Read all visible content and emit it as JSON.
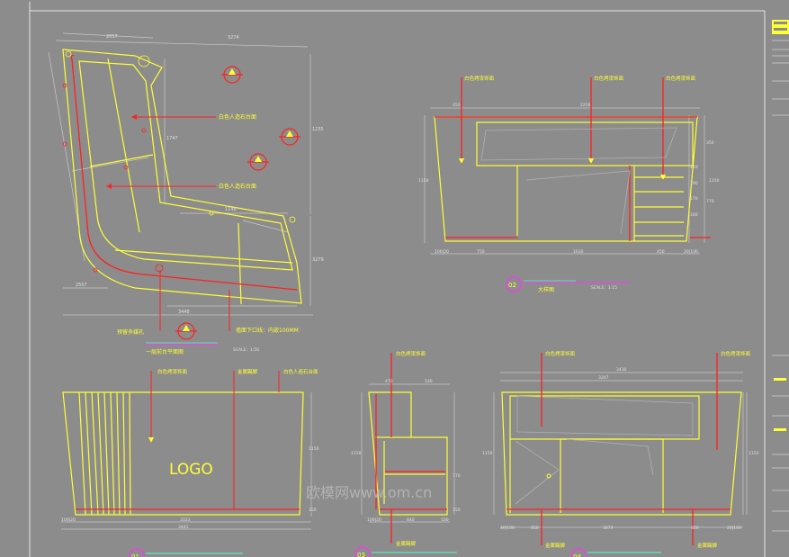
{
  "plan": {
    "dims": {
      "top_a": "2057",
      "top_b": "3274",
      "bottom": "3448",
      "right_v": "1235",
      "mid_h": "1148",
      "inner_v": "1747",
      "left_v": "2507",
      "right_v2": "3279"
    },
    "labels": {
      "finish_top": "白色人造石台面",
      "finish_mid": "白色人造石台面",
      "note_left": "预留多媒孔",
      "note_right": "墙面下口线：内嵌100MM"
    },
    "title": "一层前台平面图",
    "scale": "SCALE：1:50"
  },
  "view02": {
    "callouts": [
      "白色烤漆饰面",
      "白色烤漆饰面",
      "白色烤漆饰面"
    ],
    "dims_top": [
      "450",
      "2256"
    ],
    "dims_bottom": [
      "100|20",
      "750",
      "1630",
      "450",
      "20|100"
    ],
    "dims_left": "1150",
    "dims_right": [
      "350",
      "770",
      "1150"
    ],
    "dims_right_inner": [
      "140",
      "190",
      "170",
      "160"
    ],
    "num": "02",
    "title": "大样图",
    "scale": "SCALE：1:15"
  },
  "view01": {
    "callouts": [
      "白色烤漆饰面",
      "金属踢脚",
      "白色人造石台面"
    ],
    "logo": "LOGO",
    "dims_bottom": [
      "100|20",
      "3323",
      "3441"
    ],
    "dims_right": [
      "1150",
      "150"
    ],
    "num": "01"
  },
  "view03": {
    "callout_top": "白色烤漆饰面",
    "callout_bottom": "金属踢脚",
    "dims_top": [
      "470",
      "530"
    ],
    "dims_bottom": [
      "100|20",
      "640",
      "100"
    ],
    "dims_left": "1150",
    "dims_right": [
      "770",
      "150"
    ],
    "num": "03"
  },
  "view04": {
    "callouts": [
      "白色烤漆饰面",
      "白色烤漆饰面"
    ],
    "callouts_bottom": [
      "金属踢脚",
      "金属踢脚"
    ],
    "dims_top": [
      "3430",
      "3207"
    ],
    "dims_bottom": [
      "40|100",
      "850",
      "3074",
      "850",
      "20|100"
    ],
    "dims_left": "1150",
    "dims_right": "1150",
    "num": "04"
  },
  "watermark": "欧模网www.om.cn",
  "colors": {
    "bg": "#8c8c8c",
    "yellow": "#ffff33",
    "red": "#ff2020",
    "green": "#4cffd0",
    "magenta": "#ff33ff",
    "dim": "#bfbfbf",
    "frame": "#e0e0e0"
  }
}
